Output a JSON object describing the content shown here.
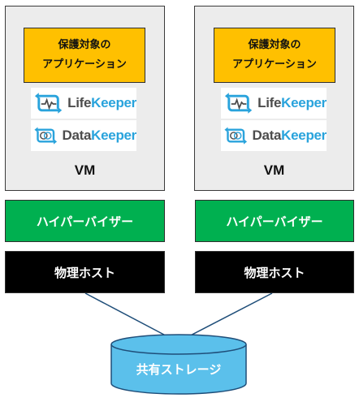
{
  "columns": [
    {
      "app_line1": "保護対象の",
      "app_line2": "アプリケーション",
      "lifekeeper_a": "Life",
      "lifekeeper_b": "Keeper",
      "datakeeper_a": "Data",
      "datakeeper_b": "Keeper",
      "vm": "VM",
      "hypervisor": "ハイパーバイザー",
      "host": "物理ホスト"
    },
    {
      "app_line1": "保護対象の",
      "app_line2": "アプリケーション",
      "lifekeeper_a": "Life",
      "lifekeeper_b": "Keeper",
      "datakeeper_a": "Data",
      "datakeeper_b": "Keeper",
      "vm": "VM",
      "hypervisor": "ハイパーバイザー",
      "host": "物理ホスト"
    }
  ],
  "storage": {
    "label": "共有ストレージ"
  },
  "colors": {
    "app_fill": "#ffc000",
    "hypervisor_fill": "#00b050",
    "host_fill": "#000000",
    "storage_fill": "#5bc0eb",
    "vm_fill": "#ececec",
    "logo_accent": "#29a3dc"
  }
}
